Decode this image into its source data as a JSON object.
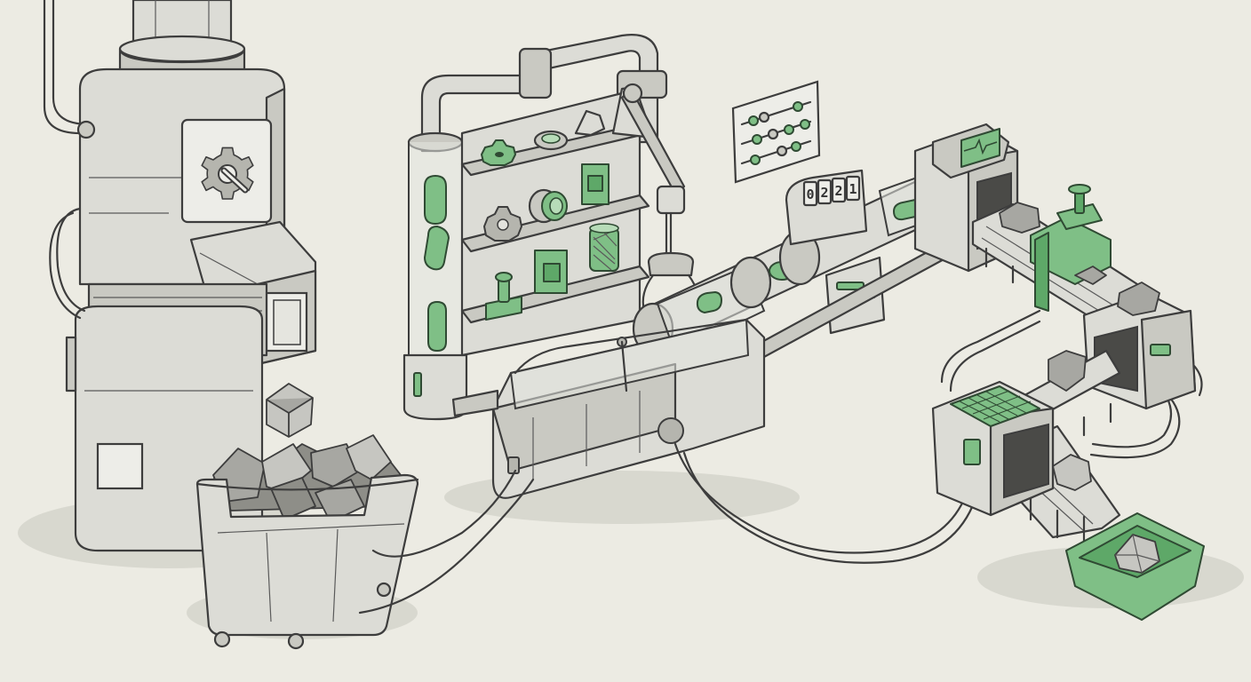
{
  "counter": {
    "digits": [
      "0",
      "2",
      "2",
      "1"
    ]
  },
  "colors": {
    "background": "#ecebe3",
    "metal": "#dcdcd6",
    "accent_green": "#7fbf86",
    "ink": "#3d3d3d"
  },
  "icons": {
    "panel_icon": "gear-wrench-icon",
    "monitor_icon": "heartbeat-wave-icon"
  }
}
